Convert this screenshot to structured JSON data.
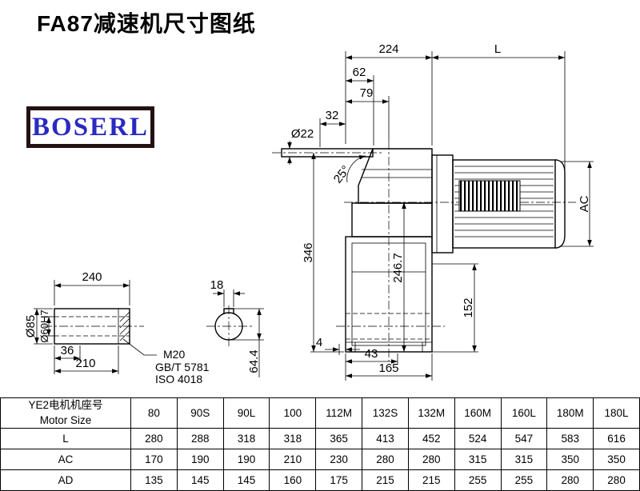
{
  "page": {
    "title": "FA87减速机尺寸图纸"
  },
  "logo": {
    "text": "BOSERL"
  },
  "drawing": {
    "dims": {
      "d224": "224",
      "L": "L",
      "d62": "62",
      "d79": "79",
      "d32": "32",
      "dia22": "Ø22",
      "angle25": "25°",
      "d346": "346",
      "d246_7": "246.7",
      "AC": "AC",
      "d152": "152",
      "d4": "4",
      "d43": "43",
      "d165": "165",
      "d240": "240",
      "dia85": "Ø85",
      "dia60": "Ø60H7",
      "d36": "36",
      "d210": "210",
      "m20": "M20",
      "gb": "GB/T 5781",
      "iso": "ISO 4018",
      "d18": "18",
      "d64_4": "64.4"
    }
  },
  "table": {
    "header": {
      "line1": "YE2电机机座号",
      "line2": "Motor Size"
    },
    "columns": [
      "80",
      "90S",
      "90L",
      "100",
      "112M",
      "132S",
      "132M",
      "160M",
      "160L",
      "180M",
      "180L"
    ],
    "rows": [
      {
        "label": "L",
        "values": [
          "280",
          "288",
          "318",
          "318",
          "365",
          "413",
          "452",
          "524",
          "547",
          "583",
          "616"
        ]
      },
      {
        "label": "AC",
        "values": [
          "170",
          "190",
          "190",
          "210",
          "230",
          "280",
          "280",
          "315",
          "315",
          "350",
          "350"
        ]
      },
      {
        "label": "AD",
        "values": [
          "135",
          "145",
          "145",
          "160",
          "175",
          "215",
          "215",
          "255",
          "255",
          "280",
          "280"
        ]
      }
    ]
  }
}
